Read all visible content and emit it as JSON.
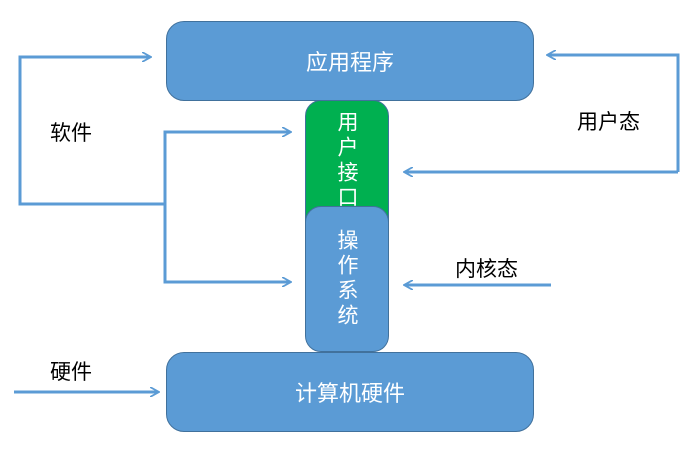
{
  "boxes": {
    "application": "应用程序",
    "user_interface": "用户接口",
    "operating_system": "操作系统",
    "hardware": "计算机硬件"
  },
  "labels": {
    "software": "软件",
    "user_mode": "用户态",
    "kernel_mode": "内核态",
    "hardware": "硬件"
  },
  "colors": {
    "box_fill": "#5b9bd5",
    "box_border": "#41719c",
    "interface_fill": "#00b050",
    "arrow": "#5b9bd5"
  }
}
